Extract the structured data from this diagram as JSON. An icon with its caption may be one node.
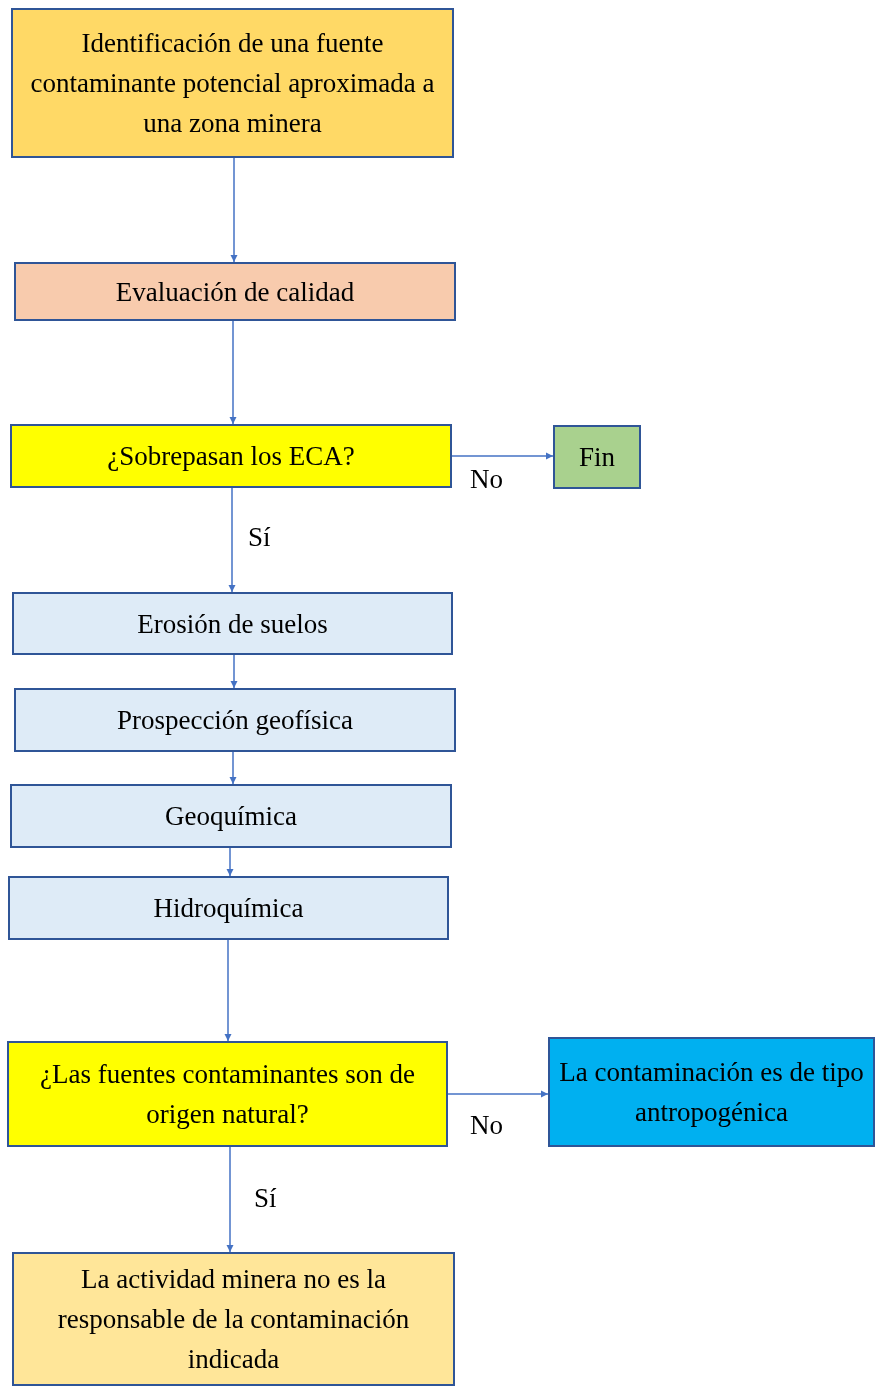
{
  "diagram": {
    "nodes": [
      {
        "text": [
          "Identificación de una fuente contaminante potencial aproximada a una zona minera"
        ]
      },
      {
        "text": [
          "Evaluación de calidad"
        ]
      },
      {
        "text": [
          "¿Sobrepasan los ECA?"
        ]
      },
      {
        "text": [
          "Fin"
        ]
      },
      {
        "text": [
          "Erosión de suelos"
        ]
      },
      {
        "text": [
          "Prospección geofísica"
        ]
      },
      {
        "text": [
          "Geoquímica"
        ]
      },
      {
        "text": [
          "Hidroquímica"
        ]
      },
      {
        "text": [
          "¿Las fuentes contaminantes son de origen natural?"
        ]
      },
      {
        "text": [
          "La contaminación es de tipo antropogénica"
        ]
      },
      {
        "text": [
          "La actividad minera no es la responsable de la contaminación indicada"
        ]
      }
    ],
    "edges": [
      {
        "from": 0,
        "to": 1,
        "arrow": "to"
      },
      {
        "from": 1,
        "to": 2,
        "arrow": "to"
      },
      {
        "from": 2,
        "to": 3,
        "arrow": "to",
        "label": "No"
      },
      {
        "from": 2,
        "to": 4,
        "arrow": "to",
        "label": "Sí"
      },
      {
        "from": 4,
        "to": 5,
        "arrow": "to"
      },
      {
        "from": 5,
        "to": 6,
        "arrow": "to"
      },
      {
        "from": 6,
        "to": 7,
        "arrow": "to"
      },
      {
        "from": 7,
        "to": 8,
        "arrow": "to"
      },
      {
        "from": 8,
        "to": 9,
        "arrow": "to",
        "label": "No"
      },
      {
        "from": 8,
        "to": 10,
        "arrow": "to",
        "label": "Sí"
      }
    ]
  }
}
